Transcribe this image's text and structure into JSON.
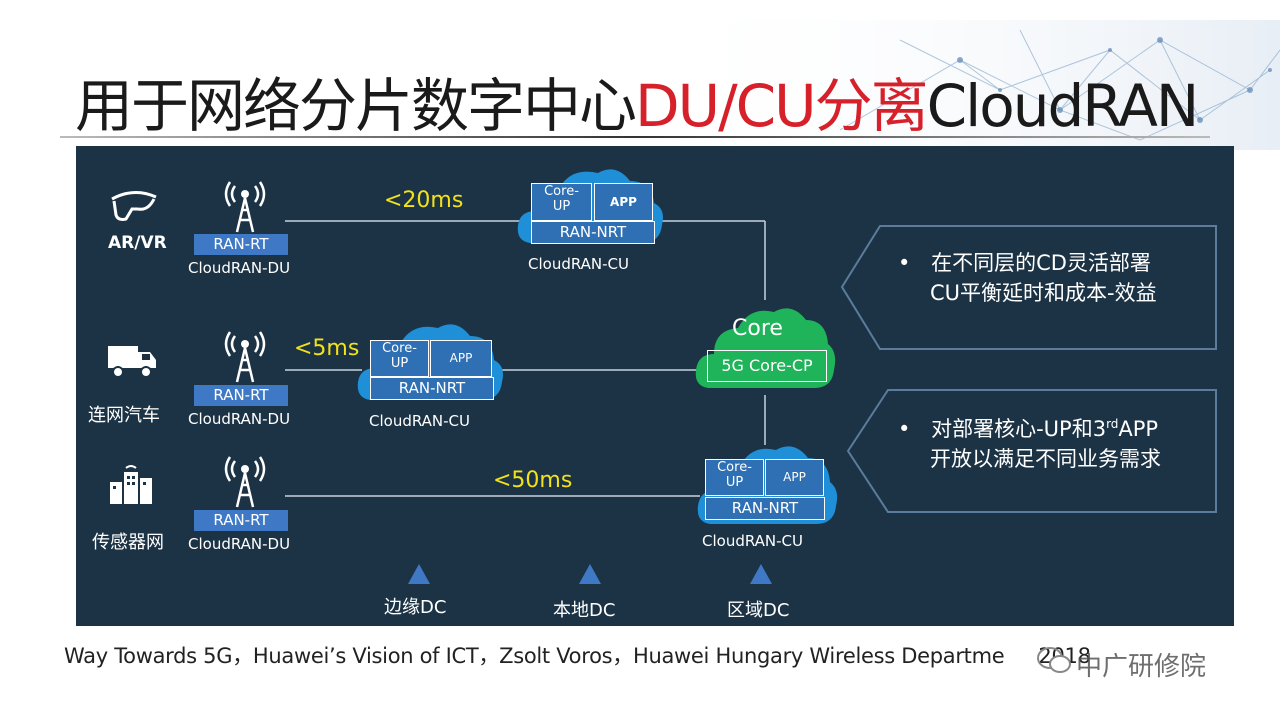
{
  "title": {
    "part1": "用于网络分片数字中心",
    "part2": "DU/CU分离",
    "part3": "CloudRAN"
  },
  "rows": [
    {
      "device_label": "AR/VR",
      "device_icon": "vr-glasses-icon",
      "du_box": "RAN-RT",
      "du_label": "CloudRAN-DU",
      "latency": "<20ms"
    },
    {
      "device_label": "连网汽车",
      "device_icon": "truck-icon",
      "du_box": "RAN-RT",
      "du_label": "CloudRAN-DU",
      "latency": "<5ms"
    },
    {
      "device_label": "传感器网",
      "device_icon": "building-sensor-icon",
      "du_box": "RAN-RT",
      "du_label": "CloudRAN-DU",
      "latency": "<50ms"
    }
  ],
  "cu_clouds": [
    {
      "core_up": "Core-\nUP",
      "app": "APP",
      "nrt": "RAN-NRT",
      "label": "CloudRAN-CU"
    },
    {
      "core_up": "Core-\nUP",
      "app": "APP",
      "nrt": "RAN-NRT",
      "label": "CloudRAN-CU"
    },
    {
      "core_up": "Core-\nUP",
      "app": "APP",
      "nrt": "RAN-NRT",
      "label": "CloudRAN-CU"
    }
  ],
  "core_cloud": {
    "title": "Core",
    "box": "5G Core-CP"
  },
  "info": [
    {
      "bullet": "•",
      "line1": "在不同层的CD灵活部署",
      "line2": "CU平衡延时和成本-效益"
    },
    {
      "bullet": "•",
      "line1_a": "对部署核心-UP和3",
      "line1_sup": "rd",
      "line1_b": "APP",
      "line2": "开放以满足不同业务需求"
    }
  ],
  "dc_labels": [
    "边缘DC",
    "本地DC",
    "区域DC"
  ],
  "caption": "Way Towards 5G，Huawei’s Vision of ICT，Zsolt Voros，Huawei Hungary Wireless Departme",
  "caption_tail": "2018",
  "watermark": "中广研修院",
  "colors": {
    "panel": "#1c3345",
    "ran_rt": "#3f79c6",
    "cloud_blue": "#1f8fd8",
    "cloud_green": "#1fb35a",
    "latency": "#f2e21a",
    "title_red": "#d6202a"
  }
}
